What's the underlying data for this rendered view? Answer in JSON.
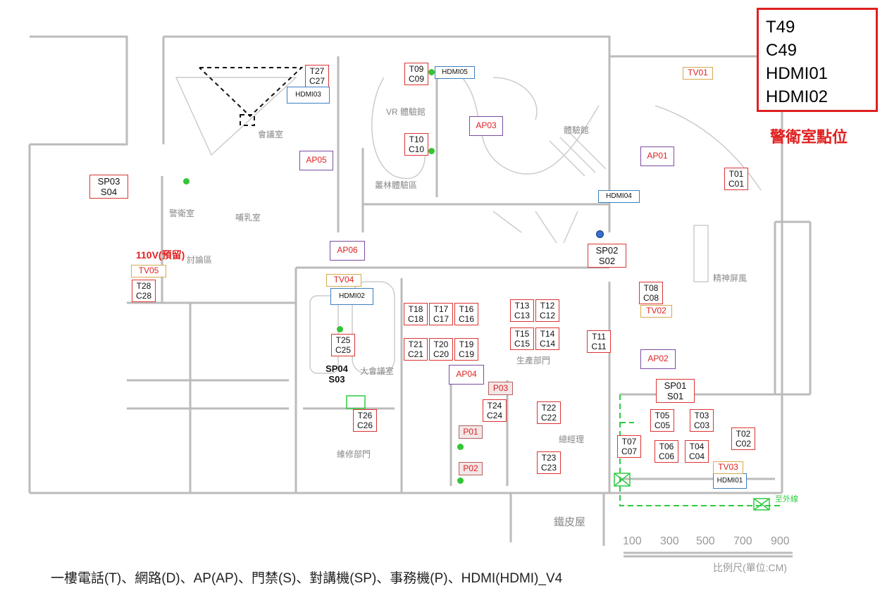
{
  "legend": {
    "lines": [
      "T49",
      "C49",
      "HDMI01",
      "HDMI02"
    ],
    "note": "警衛室點位"
  },
  "power_note": "110V(預留)",
  "caption": "一樓電話(T)、網路(D)、AP(AP)、門禁(S)、對講機(SP)、事務機(P)、HDMI(HDMI)_V4",
  "scale": {
    "ticks": [
      "100",
      "300",
      "500",
      "700",
      "900"
    ],
    "label": "比例尺(單位:CM)"
  },
  "rooms": {
    "vr": "VR 體驗館",
    "forest": "叢林體驗區",
    "experience": "體驗館",
    "office_room": "會議室",
    "security": "警衛室",
    "nursing": "哺乳室",
    "discussion": "討論區",
    "meeting": "大會議室",
    "production": "生產部門",
    "maintenance": "維修部門",
    "gm": "總經理",
    "ironroom": "鐵皮屋",
    "screen": "精神屏風",
    "exit": "至外線"
  },
  "points": {
    "t27": [
      "T27",
      "C27"
    ],
    "t09": [
      "T09",
      "C09"
    ],
    "t10": [
      "T10",
      "C10"
    ],
    "t01": [
      "T01",
      "C01"
    ],
    "t08": [
      "T08",
      "C08"
    ],
    "t28": [
      "T28",
      "C28"
    ],
    "t18": [
      "T18",
      "C18"
    ],
    "t17": [
      "T17",
      "C17"
    ],
    "t16": [
      "T16",
      "C16"
    ],
    "t13": [
      "T13",
      "C13"
    ],
    "t12": [
      "T12",
      "C12"
    ],
    "t15": [
      "T15",
      "C15"
    ],
    "t14": [
      "T14",
      "C14"
    ],
    "t11": [
      "T11",
      "C11"
    ],
    "t21": [
      "T21",
      "C21"
    ],
    "t20": [
      "T20",
      "C20"
    ],
    "t19": [
      "T19",
      "C19"
    ],
    "t25": [
      "T25",
      "C25"
    ],
    "t26": [
      "T26",
      "C26"
    ],
    "t24": [
      "T24",
      "C24"
    ],
    "t22": [
      "T22",
      "C22"
    ],
    "t23": [
      "T23",
      "C23"
    ],
    "t05": [
      "T05",
      "C05"
    ],
    "t03": [
      "T03",
      "C03"
    ],
    "t02": [
      "T02",
      "C02"
    ],
    "t07": [
      "T07",
      "C07"
    ],
    "t06": [
      "T06",
      "C06"
    ],
    "t04": [
      "T04",
      "C04"
    ]
  },
  "intercoms": {
    "sp03": [
      "SP03",
      "S04"
    ],
    "sp02": [
      "SP02",
      "S02"
    ],
    "sp04": [
      "SP04",
      "S03"
    ],
    "sp01": [
      "SP01",
      "S01"
    ]
  },
  "aps": {
    "ap01": "AP01",
    "ap02": "AP02",
    "ap03": "AP03",
    "ap04": "AP04",
    "ap05": "AP05",
    "ap06": "AP06"
  },
  "hdmi": {
    "h01": "HDMI01",
    "h02": "HDMI02",
    "h03": "HDMI03",
    "h04": "HDMI04",
    "h05": "HDMI05"
  },
  "tvs": {
    "tv01": "TV01",
    "tv02": "TV02",
    "tv03": "TV03",
    "tv04": "TV04",
    "tv05": "TV05"
  },
  "printers": {
    "p01": "P01",
    "p02": "P02",
    "p03": "P03"
  }
}
